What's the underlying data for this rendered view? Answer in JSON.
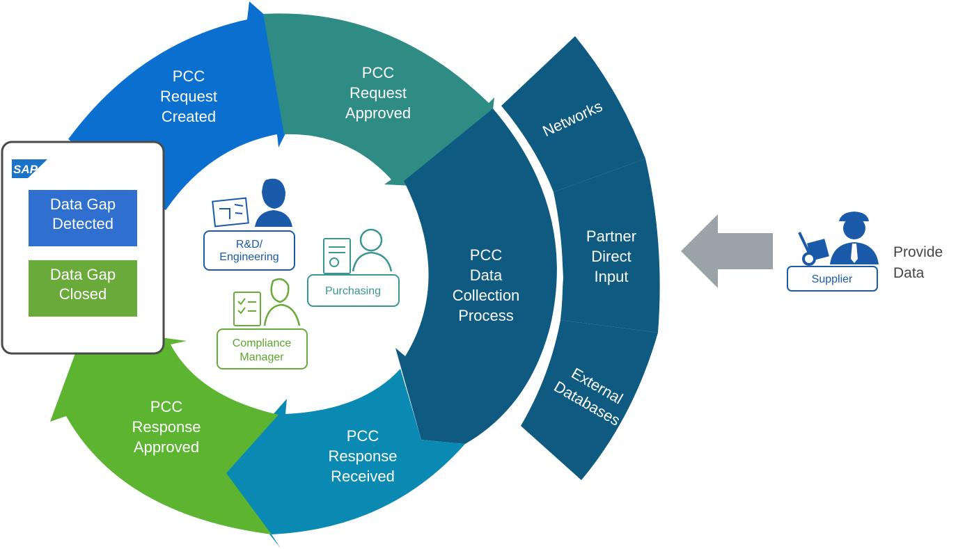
{
  "cycle": {
    "request_created": [
      "PCC",
      "Request",
      "Created"
    ],
    "request_approved": [
      "PCC",
      "Request",
      "Approved"
    ],
    "data_collection": [
      "PCC",
      "Data",
      "Collection",
      "Process"
    ],
    "response_received": [
      "PCC",
      "Response",
      "Received"
    ],
    "response_approved": [
      "PCC",
      "Response",
      "Approved"
    ]
  },
  "sources": {
    "networks": [
      "Networks"
    ],
    "partner_input": [
      "Partner",
      "Direct",
      "Input"
    ],
    "external_databases": [
      "External",
      "Databases"
    ]
  },
  "sap_panel": {
    "logo": "SAP",
    "gap_detected": [
      "Data Gap",
      "Detected"
    ],
    "gap_closed": [
      "Data Gap",
      "Closed"
    ]
  },
  "roles": {
    "rd": [
      "R&D/",
      "Engineering"
    ],
    "purchasing": [
      "Purchasing"
    ],
    "compliance": [
      "Compliance",
      "Manager"
    ]
  },
  "supplier": {
    "label": "Supplier",
    "action": [
      "Provide",
      "Data"
    ]
  },
  "colors": {
    "blue": "#0a6fce",
    "teal": "#2e8c85",
    "navy": "#0e5a80",
    "cyan": "#0a8ab2",
    "green": "#5cb431",
    "arrow_gray": "#9aa3a8",
    "panel_blue": "#2f6fd0",
    "panel_green": "#6aaa3a"
  }
}
